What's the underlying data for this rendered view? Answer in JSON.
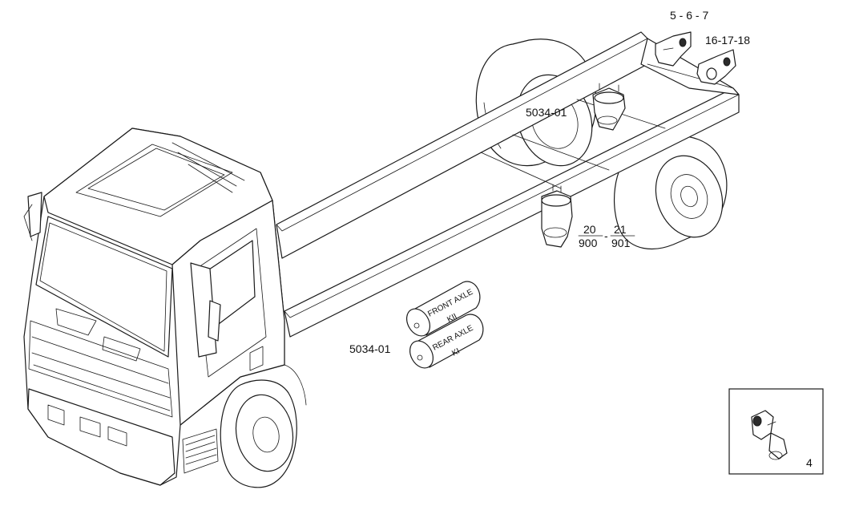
{
  "callouts": {
    "rear_bracket_a": "5 - 6 - 7",
    "rear_bracket_b": "16-17-18",
    "valve_rear": "5034-01",
    "valve_front_20": "20",
    "valve_front_900": "900",
    "valve_front_21": "21",
    "valve_front_901": "901",
    "tanks": "5034-01",
    "inset_item": "4"
  },
  "tanks": {
    "front_line1": "FRONT AXLE",
    "front_line2": "KII",
    "rear_line1": "REAR AXLE",
    "rear_line2": "KI"
  },
  "colors": {
    "line": "#1a1a1a",
    "background": "#ffffff"
  }
}
